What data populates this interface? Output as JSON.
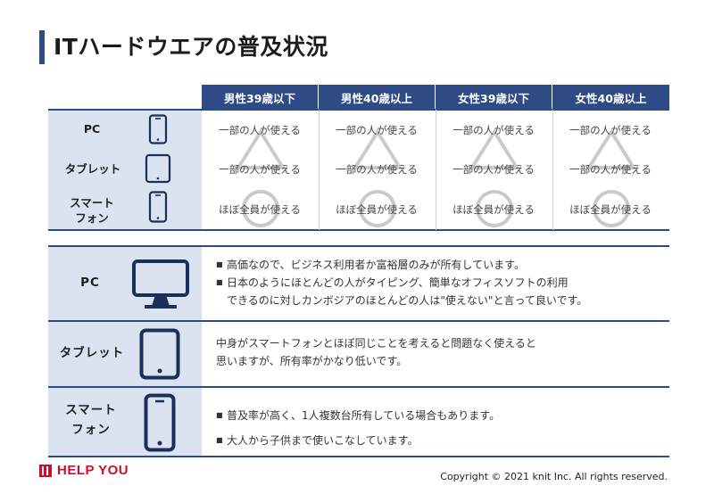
{
  "title": "ITハードウエアの普及状況",
  "table1": {
    "columns": [
      "男性39歳以下",
      "男性40歳以上",
      "女性39歳以下",
      "女性40歳以上"
    ],
    "rows": [
      {
        "label": "PC",
        "icon": "smartphone-icon",
        "cells": [
          "一部の人が使える",
          "一部の人が使える",
          "一部の人が使える",
          "一部の人が使える"
        ],
        "mark": "triangle"
      },
      {
        "label": "タブレット",
        "icon": "tablet-icon",
        "cells": [
          "一部の人が使える",
          "一部の人が使える",
          "一部の人が使える",
          "一部の人が使える"
        ],
        "mark": "triangle"
      },
      {
        "label": "スマート",
        "label2": "フォン",
        "icon": "smartphone-icon",
        "cells": [
          "ほぼ全員が使える",
          "ほぼ全員が使える",
          "ほぼ全員が使える",
          "ほぼ全員が使える"
        ],
        "mark": "circle"
      }
    ]
  },
  "table2": {
    "rows": [
      {
        "label": "PC",
        "icon": "monitor-icon",
        "lines": [
          "高価なので、ビジネス利用者か富裕層のみが所有しています。",
          "日本のようにほとんどの人がタイピング、簡単なオフィスソフトの利用",
          "できるのに対しカンボジアのほとんどの人は\"使えない\"と言って良いです。"
        ]
      },
      {
        "label": "タブレット",
        "icon": "tablet-icon",
        "lines": [
          "中身がスマートフォンとほぼ同じことを考えると問題なく使えると",
          "思いますが、所有率がかなり低いです。"
        ]
      },
      {
        "label": "スマート",
        "label2": "フォン",
        "icon": "smartphone-icon",
        "lines": [
          "普及率が高く、1人複数台所有している場合もあります。",
          "大人から子供まで使いこなしています。"
        ]
      }
    ]
  },
  "bullet_char": "■",
  "footer": {
    "logo": "HELP YOU",
    "copyright": "Copyright © 2021 knit Inc. All rights reserved."
  },
  "colors": {
    "accent": "#2f4b86",
    "label_bg": "#dbe2f0",
    "logo": "#c8102e",
    "mark": "#c9c9c9"
  }
}
